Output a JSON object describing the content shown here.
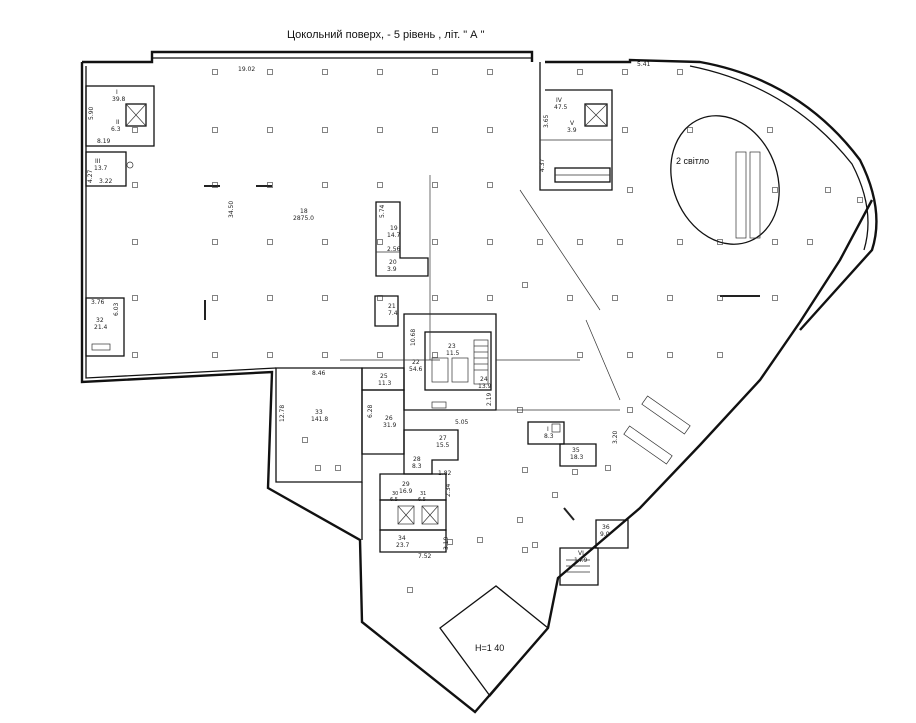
{
  "title": "Цокольний поверх,  - 5 рівень , літ. \" А \"",
  "void_label": "2 світло",
  "height_label": "H=1 40",
  "rooms": [
    {
      "num": "18",
      "area": "2875.0"
    },
    {
      "num": "I",
      "area": "39.8"
    },
    {
      "num": "II",
      "area": "6.3"
    },
    {
      "num": "III",
      "area": "13.7"
    },
    {
      "num": "IV",
      "area": "47.5"
    },
    {
      "num": "V",
      "area": "3.9"
    },
    {
      "num": "19",
      "area": "14.7"
    },
    {
      "num": "20",
      "area": "3.9"
    },
    {
      "num": "21",
      "area": "7.4"
    },
    {
      "num": "22",
      "area": "54.6"
    },
    {
      "num": "23",
      "area": "11.5"
    },
    {
      "num": "24",
      "area": "13.9"
    },
    {
      "num": "25",
      "area": "11.3"
    },
    {
      "num": "26",
      "area": "31.9"
    },
    {
      "num": "27",
      "area": "15.5"
    },
    {
      "num": "28",
      "area": "8.3"
    },
    {
      "num": "29",
      "area": "16.9"
    },
    {
      "num": "30",
      "area": "6.5"
    },
    {
      "num": "31",
      "area": "6.5"
    },
    {
      "num": "32",
      "area": "21.4"
    },
    {
      "num": "33",
      "area": "141.8"
    },
    {
      "num": "34",
      "area": "23.7"
    },
    {
      "num": "35",
      "area": "18.3"
    },
    {
      "num": "36",
      "area": "9.0"
    },
    {
      "num": "VI",
      "area": "14.9"
    },
    {
      "num": "I",
      "area": "8.3"
    }
  ],
  "dimensions": [
    "19.02",
    "5.41",
    "5.90",
    "8.19",
    "4.27",
    "3.22",
    "3.65",
    "4.37",
    "34.50",
    "5.74",
    "2.56",
    "3.76",
    "6.03",
    "10.68",
    "8.46",
    "12.78",
    "6.28",
    "5.05",
    "2.19",
    "1.82",
    "2.34",
    "3.19",
    "7.52",
    "3.20"
  ]
}
